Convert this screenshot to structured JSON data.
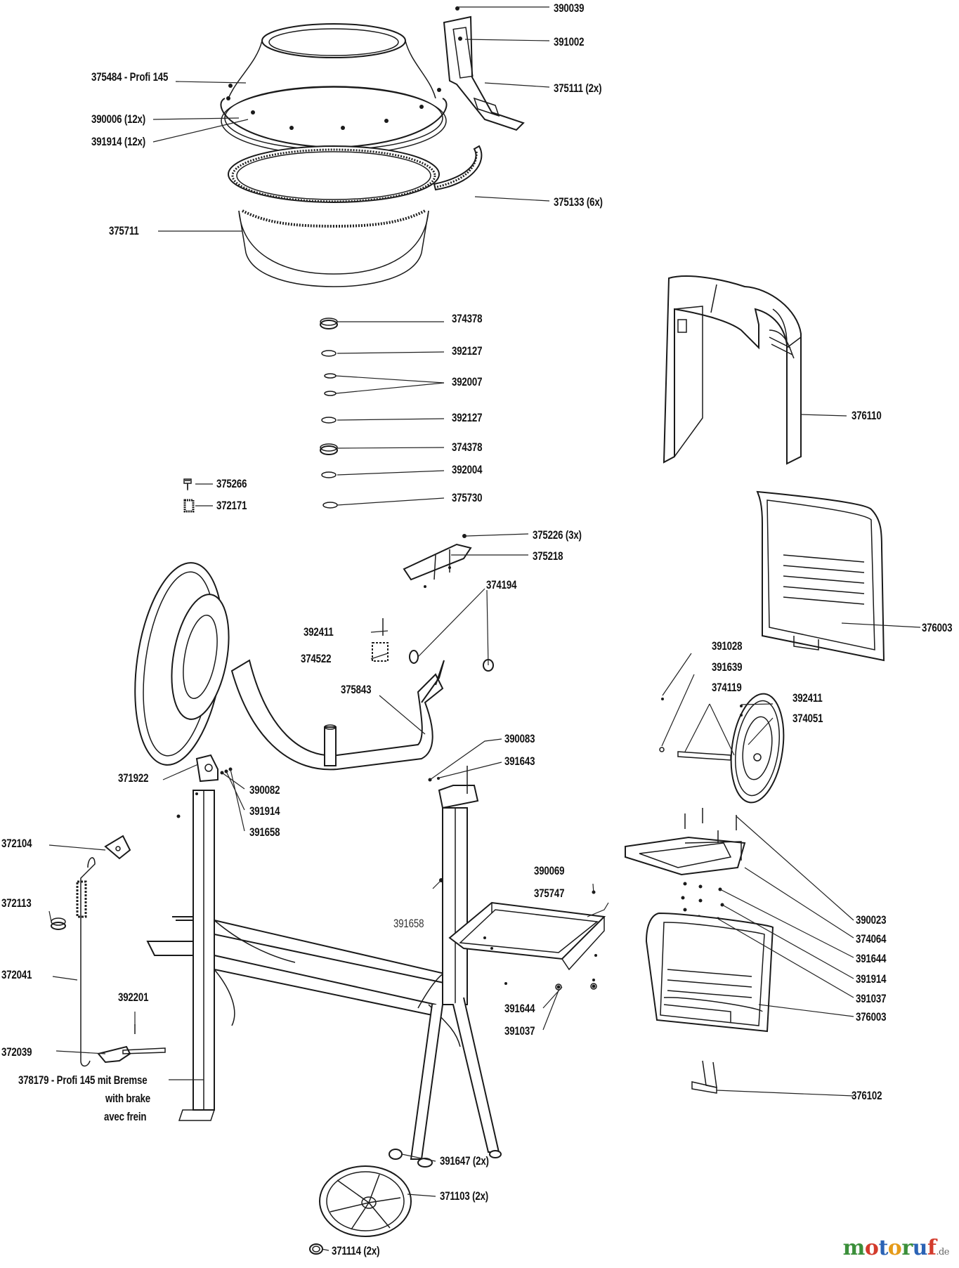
{
  "labels": {
    "p390039": "390039",
    "p391002": "391002",
    "p375484": "375484 - Profi 145",
    "p375111": "375111 (2x)",
    "p390006": "390006 (12x)",
    "p391914a": "391914 (12x)",
    "p375133": "375133 (6x)",
    "p375711": "375711",
    "p374378a": "374378",
    "p392127a": "392127",
    "p392007": "392007",
    "p392127b": "392127",
    "p374378b": "374378",
    "p392004": "392004",
    "p375730": "375730",
    "p375266": "375266",
    "p372171": "372171",
    "p376110": "376110",
    "p375226": "375226 (3x)",
    "p375218": "375218",
    "p374194": "374194",
    "p376003a": "376003",
    "p392411a": "392411",
    "p374522": "374522",
    "p375843": "375843",
    "p391028": "391028",
    "p391639": "391639",
    "p374119": "374119",
    "p392411b": "392411",
    "p374051": "374051",
    "p390083": "390083",
    "p391643": "391643",
    "p371922": "371922",
    "p390082": "390082",
    "p391914b": "391914",
    "p391658a": "391658",
    "p372104": "372104",
    "p390069": "390069",
    "p375747": "375747",
    "p391658b": "391658",
    "p372113": "372113",
    "p390023": "390023",
    "p374064": "374064",
    "p391644a": "391644",
    "p391914c": "391914",
    "p391037a": "391037",
    "p376003b": "376003",
    "p372041": "372041",
    "p391644b": "391644",
    "p391037b": "391037",
    "p392201": "392201",
    "p372039": "372039",
    "p378179": "378179 - Profi 145 mit Bremse",
    "p378179b": "with brake",
    "p378179c": "avec frein",
    "p376102": "376102",
    "p391647": "391647 (2x)",
    "p371103": "371103 (2x)",
    "p371114": "371114 (2x)"
  },
  "brand": {
    "m": "m",
    "o1": "o",
    "t": "t",
    "o2": "o",
    "r": "r",
    "u": "u",
    "f": "f",
    "tld": ".de",
    "colors": [
      "#3b8f3a",
      "#d33b2c",
      "#2b63b5",
      "#e59b1a",
      "#3b8f3a",
      "#2b63b5",
      "#d33b2c",
      "#666666"
    ]
  }
}
